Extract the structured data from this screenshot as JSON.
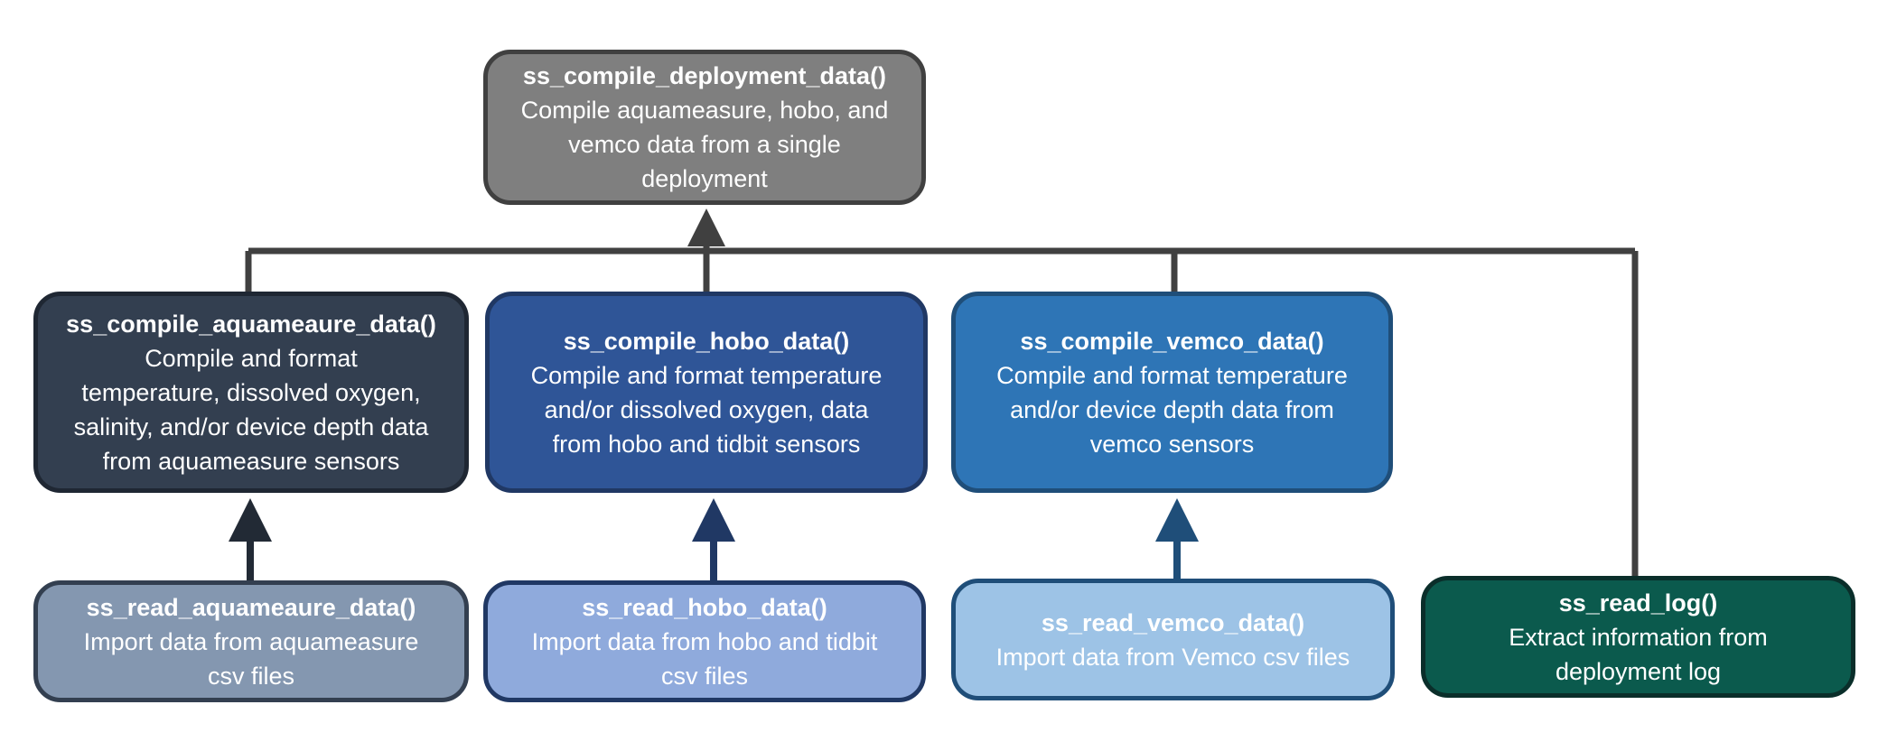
{
  "nodes": {
    "deployment": {
      "title": "ss_compile_deployment_data()",
      "desc_lines": [
        "Compile aquameasure, hobo, and",
        "vemco data from a single",
        "deployment"
      ]
    },
    "aquameaure": {
      "title": "ss_compile_aquameaure_data()",
      "desc_lines": [
        "Compile and format",
        "temperature, dissolved oxygen,",
        "salinity, and/or device depth data",
        "from aquameasure sensors"
      ]
    },
    "hobo": {
      "title": "ss_compile_hobo_data()",
      "desc_lines": [
        "Compile and format temperature",
        "and/or dissolved oxygen, data",
        "from hobo and tidbit sensors"
      ]
    },
    "vemco": {
      "title": "ss_compile_vemco_data()",
      "desc_lines": [
        "Compile and format temperature",
        "and/or device depth data from",
        "vemco sensors"
      ]
    },
    "read_aquameaure": {
      "title": "ss_read_aquameaure_data()",
      "desc_lines": [
        "Import data from aquameasure",
        "csv files"
      ]
    },
    "read_hobo": {
      "title": "ss_read_hobo_data()",
      "desc_lines": [
        "Import data from hobo and tidbit",
        "csv files"
      ]
    },
    "read_vemco": {
      "title": "ss_read_vemco_data()",
      "desc_lines": [
        "Import data from Vemco csv files"
      ]
    },
    "read_log": {
      "title": "ss_read_log()",
      "desc_lines": [
        "Extract information from",
        "deployment log"
      ]
    }
  },
  "edges": [
    {
      "from": "aquameaure",
      "to": "deployment"
    },
    {
      "from": "hobo",
      "to": "deployment"
    },
    {
      "from": "vemco",
      "to": "deployment"
    },
    {
      "from": "read_log",
      "to": "deployment"
    },
    {
      "from": "read_aquameaure",
      "to": "aquameaure"
    },
    {
      "from": "read_hobo",
      "to": "hobo"
    },
    {
      "from": "read_vemco",
      "to": "vemco"
    }
  ],
  "colors": {
    "connector_main": "#404040",
    "connector_aqua": "#222a35",
    "connector_hobo": "#203864",
    "connector_vemco": "#1f4e79"
  }
}
